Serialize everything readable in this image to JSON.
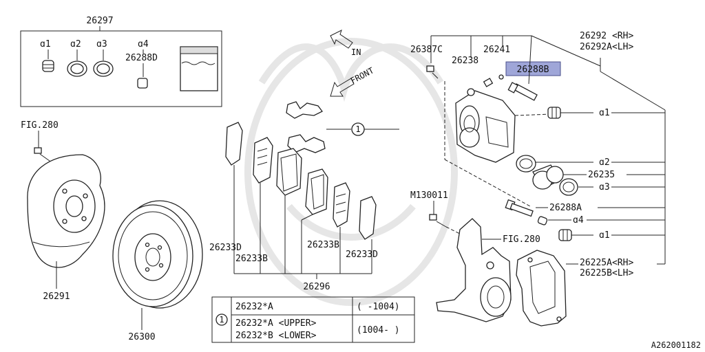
{
  "labels": {
    "kit": "26297",
    "a1": "ɑ1",
    "a2": "ɑ2",
    "a3": "ɑ3",
    "a4": "ɑ4",
    "kit_pin": "26288D",
    "fig280_top": "FIG.280",
    "shield": "26291",
    "rotor": "26300",
    "in": "IN",
    "front": "FRONT",
    "p26387c": "26387C",
    "p26241": "26241",
    "p26238": "26238",
    "p26288b": "26288B",
    "caliper_rh": "26292 <RH>",
    "caliper_lh": "26292A<LH>",
    "c_a1": "ɑ1",
    "c_a2": "ɑ2",
    "p26235": "26235",
    "c_a3": "ɑ3",
    "m130011": "M130011",
    "p26288a": "26288A",
    "c_a4": "ɑ4",
    "c_a1b": "ɑ1",
    "fig280_knuckle": "FIG.280",
    "support_rh": "26225A<RH>",
    "support_lh": "26225B<LH>",
    "callout1": "1",
    "p26233d_a": "26233D",
    "p26233b_a": "26233B",
    "p26233b_b": "26233B",
    "p26233d_b": "26233D",
    "p26296": "26296",
    "catalog_id": "A262001182"
  },
  "table": {
    "ref": "1",
    "rows": [
      {
        "part": "26232*A",
        "range": "( -1004)"
      },
      {
        "part": "26232*A <UPPER>",
        "part2": "26232*B <LOWER>",
        "range": "(1004- )"
      }
    ]
  },
  "colors": {
    "highlight": "#9fa6d8",
    "ink": "#111111"
  }
}
